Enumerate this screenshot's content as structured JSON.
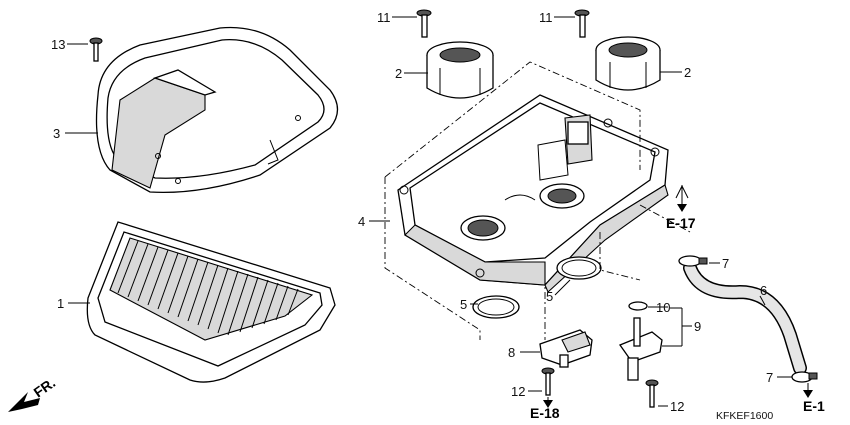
{
  "diagram": {
    "code": "KFKEF1600",
    "front_label": "FR.",
    "references": [
      "E-17",
      "E-18",
      "E-1"
    ],
    "callouts": [
      "1",
      "2",
      "2",
      "3",
      "4",
      "5",
      "5",
      "6",
      "7",
      "7",
      "8",
      "9",
      "10",
      "11",
      "11",
      "12",
      "12",
      "13"
    ]
  },
  "colors": {
    "line": "#000000",
    "shade": "#d9d9d9",
    "background": "#ffffff"
  }
}
